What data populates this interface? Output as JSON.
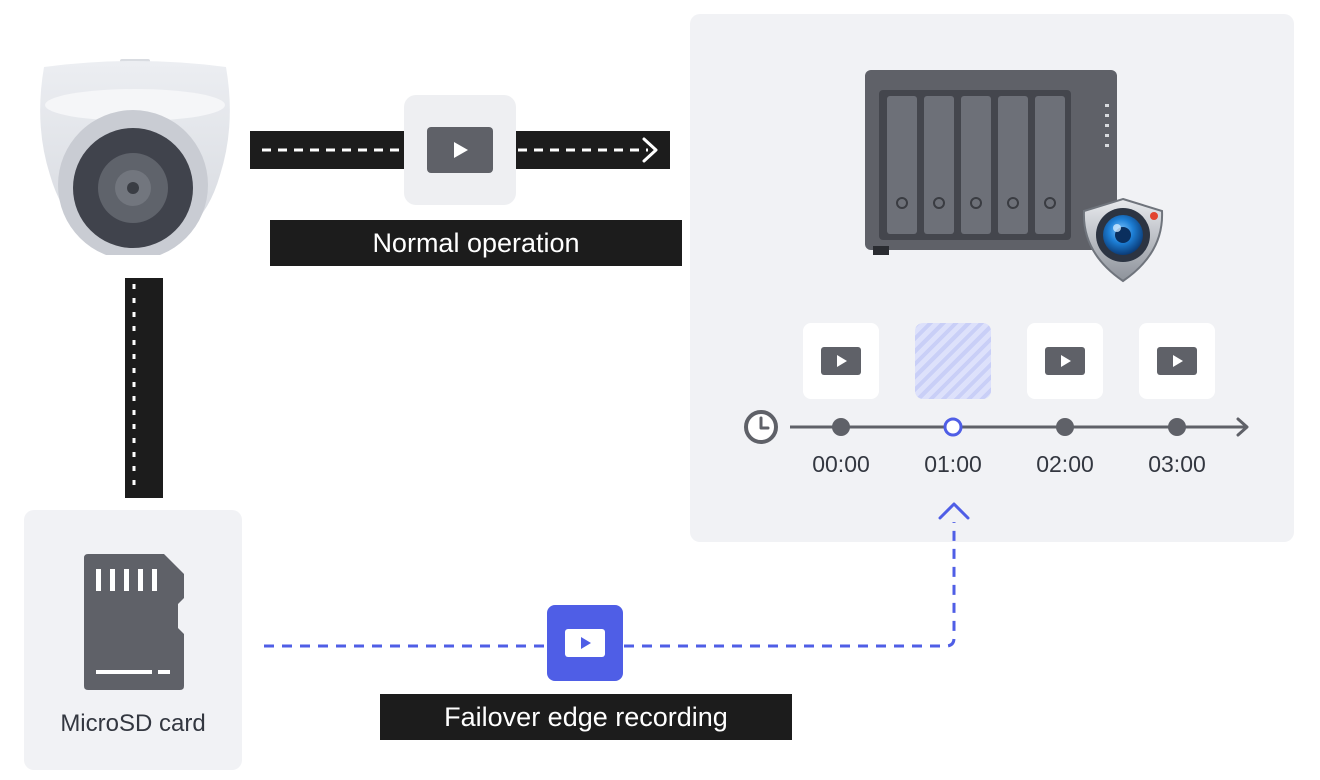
{
  "labels": {
    "normal": "Normal operation",
    "failover": "Failover edge recording",
    "microsd": "MicroSD card"
  },
  "timeline": [
    {
      "time": "00:00",
      "state": "recorded"
    },
    {
      "time": "01:00",
      "state": "missing"
    },
    {
      "time": "02:00",
      "state": "recorded"
    },
    {
      "time": "03:00",
      "state": "recorded"
    }
  ],
  "icons": {
    "camera": "dome-camera-icon",
    "nas": "nas-server-icon",
    "surveillance": "surveillance-station-icon",
    "sd": "microsd-card-icon",
    "clock": "clock-icon",
    "play": "play-icon"
  },
  "colors": {
    "accent": "#4f5ee6",
    "dark": "#1c1c1c",
    "device": "#5f6168",
    "panel": "#f1f2f5"
  }
}
